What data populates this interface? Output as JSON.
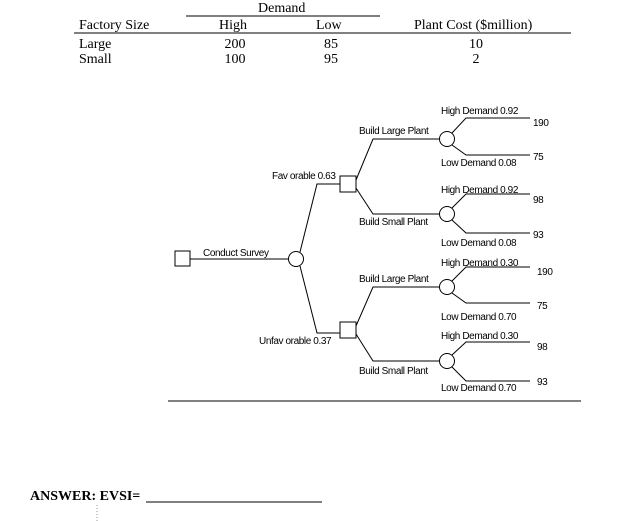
{
  "table": {
    "header": {
      "factory_size": "Factory Size",
      "demand": "Demand",
      "high": "High",
      "low": "Low",
      "plant_cost": "Plant Cost ($million)"
    },
    "rows": [
      {
        "size": "Large",
        "high": "200",
        "low": "85",
        "cost": "10"
      },
      {
        "size": "Small",
        "high": "100",
        "low": "95",
        "cost": "2"
      }
    ]
  },
  "tree": {
    "root_label": "Conduct Survey",
    "favorable": {
      "label": "Fav orable 0.63",
      "large": {
        "label": "Build Large Plant",
        "high": "High Demand 0.92",
        "high_value": "190",
        "low": "Low Demand 0.08",
        "low_value": "75"
      },
      "small": {
        "label": "Build Small Plant",
        "high": "High Demand 0.92",
        "high_value": "98",
        "low": "Low Demand 0.08",
        "low_value": "93"
      }
    },
    "unfavorable": {
      "label": "Unfav orable 0.37",
      "large": {
        "label": "Build Large Plant",
        "high": "High Demand 0.30",
        "high_value": "190",
        "low": "Low Demand 0.70",
        "low_value": "75"
      },
      "small": {
        "label": "Build Small Plant",
        "high": "High Demand 0.30",
        "high_value": "98",
        "low": "Low Demand 0.70",
        "low_value": "93"
      }
    }
  },
  "answer": {
    "label": "ANSWER: EVSI="
  }
}
